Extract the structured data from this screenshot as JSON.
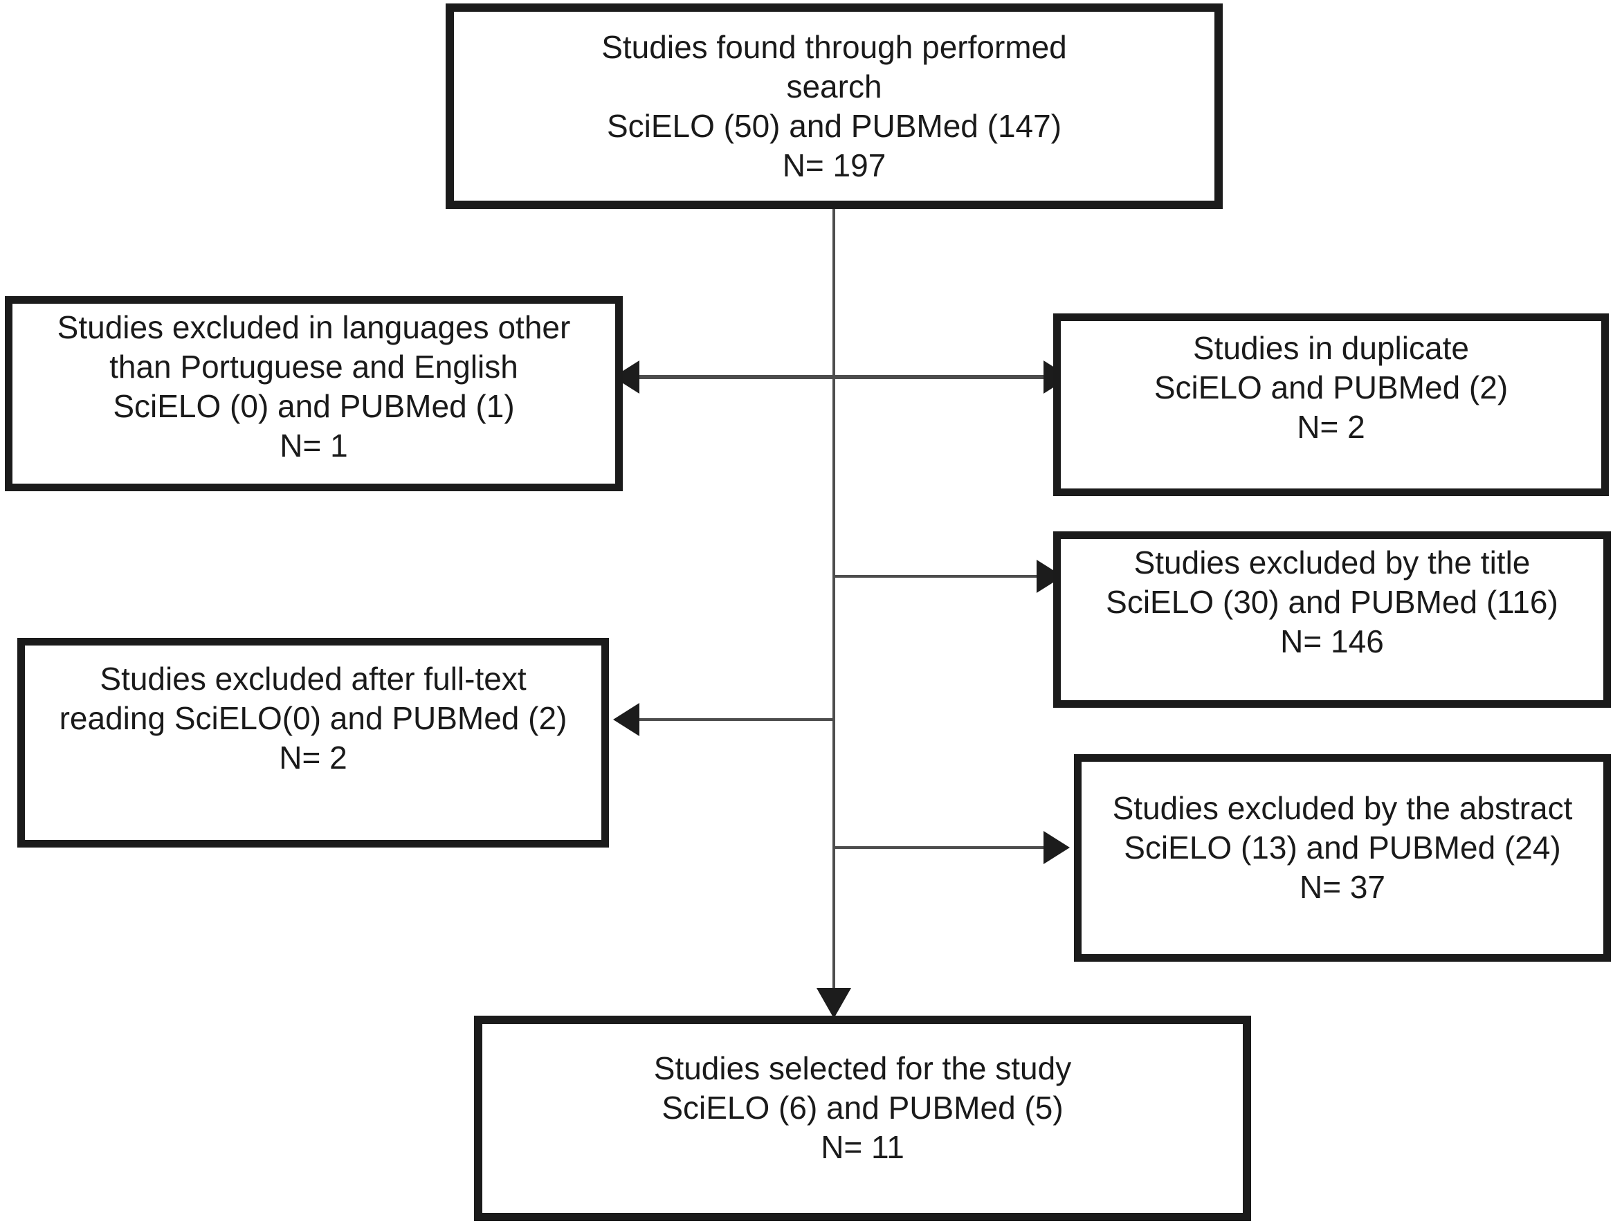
{
  "boxes": {
    "found": {
      "text": "Studies found through performed\nsearch\nSciELO (50) and PUBMed (147)\nN= 197"
    },
    "languages_excluded": {
      "text": "Studies excluded in languages other\nthan Portuguese and English\nSciELO (0) and PUBMed (1)\nN= 1"
    },
    "duplicates": {
      "text": "Studies in duplicate\nSciELO and PUBMed (2)\nN= 2"
    },
    "title_excluded": {
      "text": "Studies excluded by the title\nSciELO (30) and PUBMed (116)\nN= 146"
    },
    "fulltext_excluded": {
      "text": "Studies excluded after full-text\nreading SciELO(0) and PUBMed (2)\nN= 2"
    },
    "abstract_excluded": {
      "text": "Studies excluded by the abstract\nSciELO (13) and PUBMed (24)\nN= 37"
    },
    "selected": {
      "text": "Studies selected for the study\nSciELO (6) and PUBMed (5)\nN= 11"
    }
  },
  "colors": {
    "background": "#ffffff",
    "box_border": "#1b1b1b",
    "text": "#1a1a1a",
    "connector_line": "#4d4d4d",
    "arrowhead": "#1c1c1c"
  }
}
